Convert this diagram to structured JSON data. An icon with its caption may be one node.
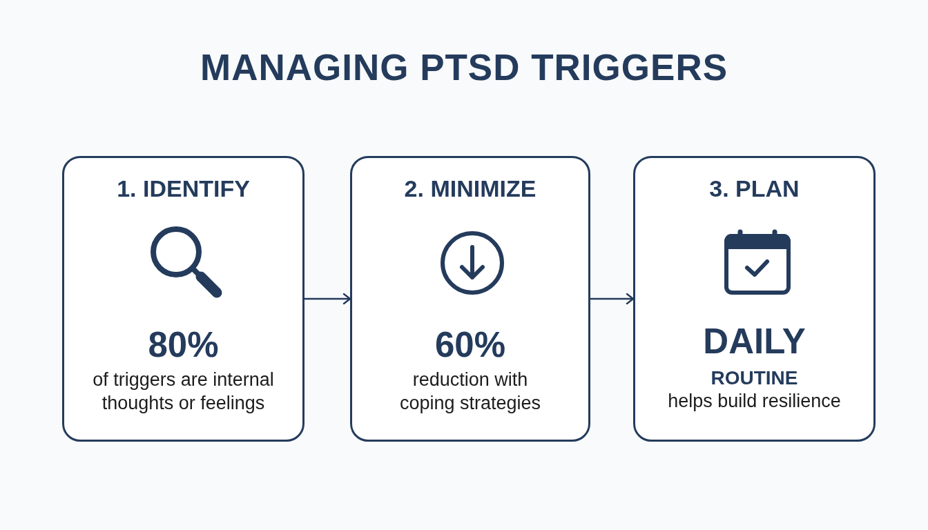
{
  "diagram": {
    "title": "MANAGING PTSD TRIGGERS",
    "nodes": [
      {
        "text": [
          "1. IDENTIFY",
          "80%",
          "of triggers are internal thoughts or feelings"
        ]
      },
      {
        "text": [
          "2. MINIMIZE",
          "60%",
          "reduction with coping strategies"
        ]
      },
      {
        "text": [
          "3. PLAN",
          "DAILY",
          "ROUTINE",
          "helps build resilience"
        ]
      }
    ],
    "edges": [
      {
        "from": 0,
        "to": 1,
        "arrow": "to"
      },
      {
        "from": 1,
        "to": 2,
        "arrow": "to"
      }
    ]
  }
}
